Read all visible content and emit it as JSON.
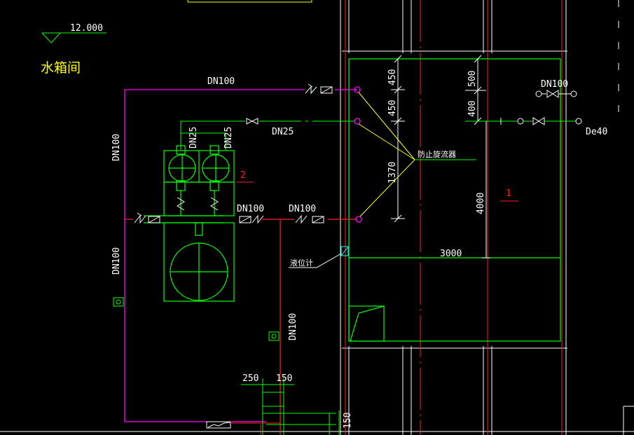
{
  "colors": {
    "background": "#000000",
    "white": "#ffffff",
    "green": "#00ff00",
    "red": "#ff2020",
    "magenta": "#ff00ff",
    "yellow": "#ffff00",
    "cyan": "#00ffff"
  },
  "labels": {
    "elevation": "12.000",
    "room_name": "水箱间",
    "dn100_top": "DN100",
    "dn100_left_upper": "DN100",
    "dn100_left_lower": "DN100",
    "dn25_horizontal": "DN25",
    "dn25_pump_a": "DN25",
    "dn25_pump_b": "DN25",
    "marker_2": "2",
    "dn100_mid_a": "DN100",
    "dn100_mid_b": "DN100",
    "dn100_riser": "DN100",
    "level_gauge": "液位计",
    "anti_vortex": "防止旋流器",
    "dn100_right": "DN100",
    "de40": "De40",
    "marker_1": "1",
    "dim_450_a": "450",
    "dim_450_b": "450",
    "dim_1370": "1370",
    "dim_500": "500",
    "dim_400": "400",
    "dim_4000": "4000",
    "dim_3000": "3000",
    "dim_250": "250",
    "dim_150_h": "150",
    "dim_150_v": "150"
  }
}
